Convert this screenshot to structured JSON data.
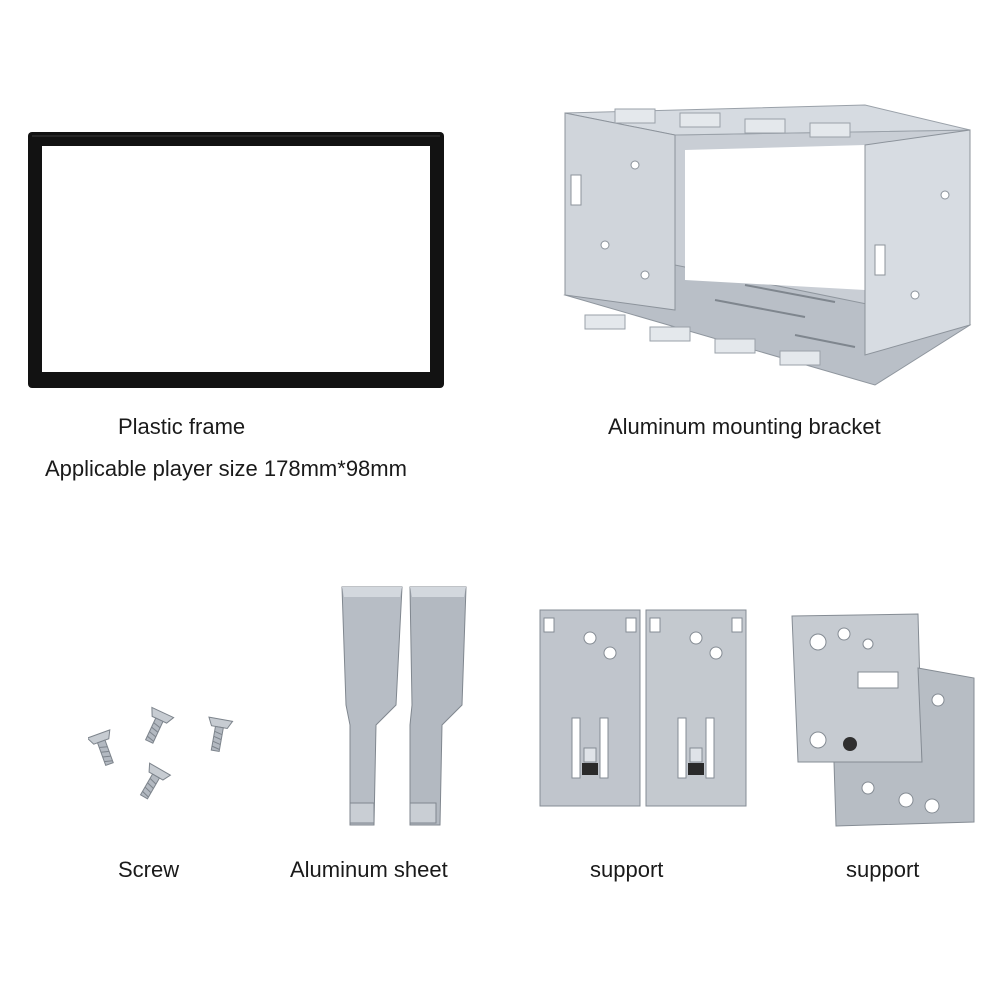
{
  "products": {
    "frame": {
      "label": "Plastic frame",
      "note": "Applicable player size 178mm*98mm"
    },
    "bracket": {
      "label": "Aluminum mounting bracket"
    },
    "screw": {
      "label": "Screw"
    },
    "sheet": {
      "label": "Aluminum sheet"
    },
    "support_a": {
      "label": "support"
    },
    "support_b": {
      "label": "support"
    }
  },
  "colors": {
    "frame_border": "#121212",
    "metal_light": "#d8dde3",
    "metal_mid": "#b8bec6",
    "metal_dark": "#8c939b"
  }
}
